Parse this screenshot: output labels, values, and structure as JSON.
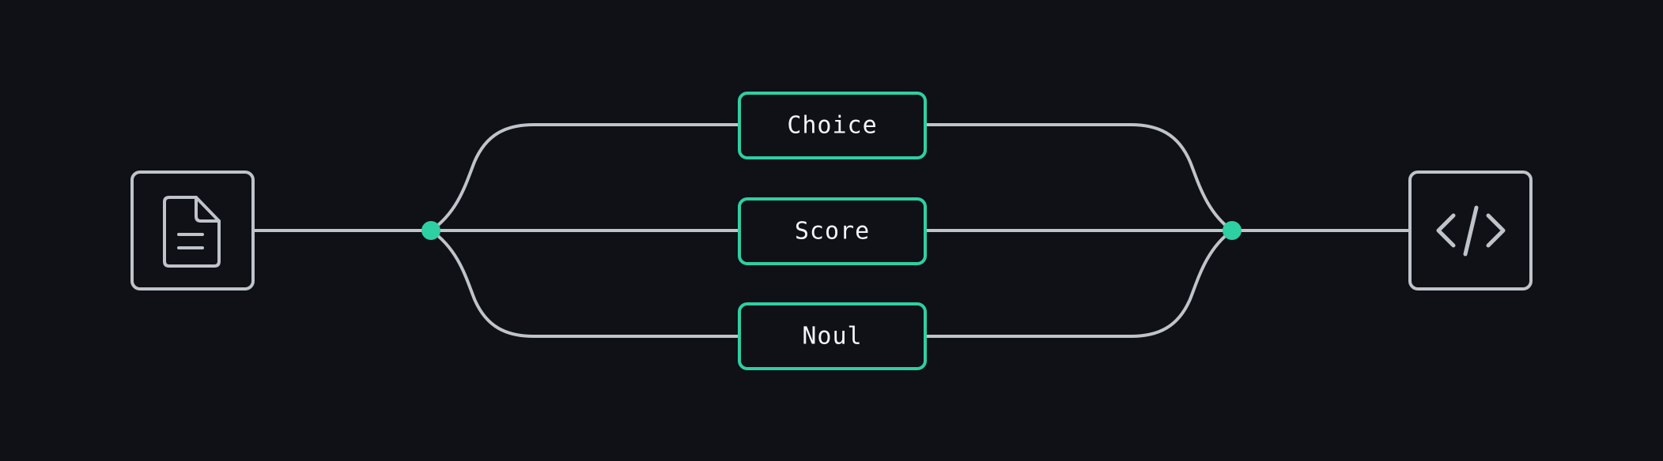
{
  "diagram": {
    "input_node": {
      "icon": "document-icon"
    },
    "output_node": {
      "icon": "code-icon"
    },
    "branches": [
      {
        "label": "Choice"
      },
      {
        "label": "Score"
      },
      {
        "label": "Noul"
      }
    ]
  },
  "colors": {
    "background": "#0f1116",
    "line": "#bfc3ca",
    "accent": "#2ecfa3"
  }
}
